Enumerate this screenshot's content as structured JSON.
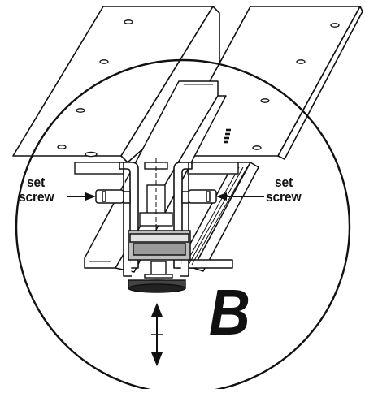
{
  "callouts": {
    "left": {
      "line1": "set",
      "line2": "screw"
    },
    "right": {
      "line1": "set",
      "line2": "screw"
    }
  },
  "view": {
    "letter": "B"
  },
  "colors": {
    "ink": "#111111",
    "paper": "#ffffff",
    "shade": "#bdbdbd",
    "dark": "#444444"
  },
  "icons": {
    "adjust": "double-headed-vertical-arrow-icon",
    "callout_left": "arrow-right-icon",
    "callout_right": "arrow-left-icon"
  }
}
